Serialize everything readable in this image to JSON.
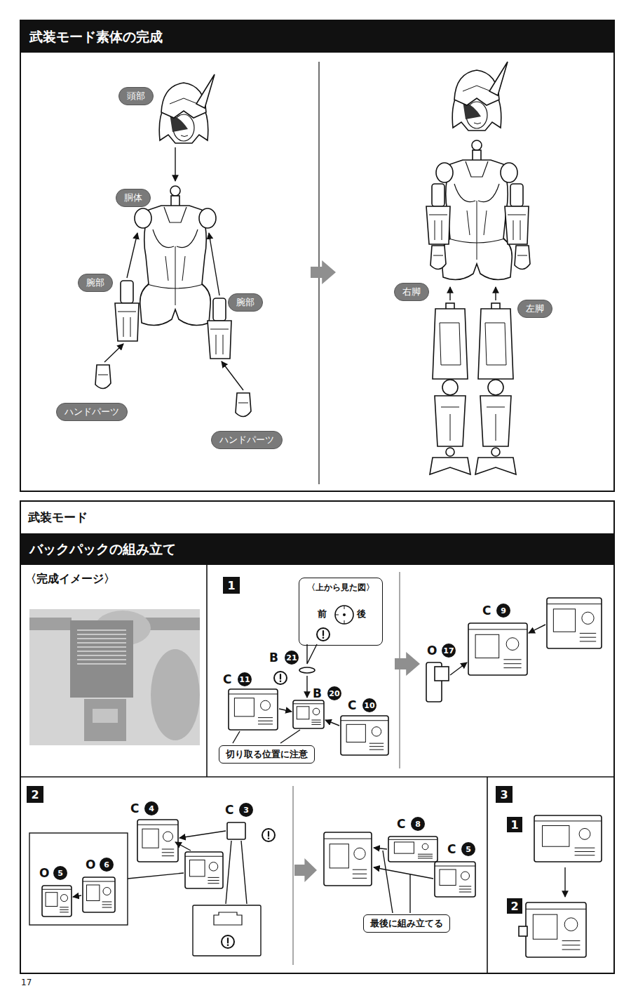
{
  "diagram": {
    "nodes": [
      {
        "text": [
          "武装モード素体の完成"
        ]
      },
      {
        "text": [
          "頭部"
        ],
        "in": 0
      },
      {
        "text": [
          "胴体"
        ],
        "in": 0
      },
      {
        "text": [
          "腕部"
        ],
        "in": 0
      },
      {
        "text": [
          "腕部"
        ],
        "in": 0
      },
      {
        "text": [
          "ハンドパーツ"
        ],
        "in": 0
      },
      {
        "text": [
          "ハンドパーツ"
        ],
        "in": 0
      },
      {
        "text": [
          "右脚"
        ],
        "in": 0
      },
      {
        "text": [
          "左脚"
        ],
        "in": 0
      },
      {
        "text": [
          "武装モード",
          "バックパックの組み立て"
        ]
      },
      {
        "text": [
          "〈完成イメージ〉"
        ],
        "in": 9
      },
      {
        "text": [
          "1"
        ],
        "in": 9
      },
      {
        "text": [
          "〈上から見た図〉",
          "前",
          "後"
        ],
        "in": 9
      },
      {
        "text": [
          "切り取る位置に注意"
        ],
        "in": 9
      },
      {
        "text": [
          "2"
        ],
        "in": 9
      },
      {
        "text": [
          "最後に組み立てる"
        ],
        "in": 9
      },
      {
        "text": [
          "3"
        ],
        "in": 9
      },
      {
        "text": [
          "1"
        ],
        "in": 9
      },
      {
        "text": [
          "2"
        ],
        "in": 9
      }
    ],
    "labels": [
      "B",
      "21",
      "C",
      "11",
      "B",
      "20",
      "C",
      "10",
      "C",
      "9",
      "O",
      "17",
      "C",
      "4",
      "C",
      "3",
      "O",
      "5",
      "O",
      "6",
      "C",
      "8",
      "C",
      "5",
      "17"
    ]
  }
}
